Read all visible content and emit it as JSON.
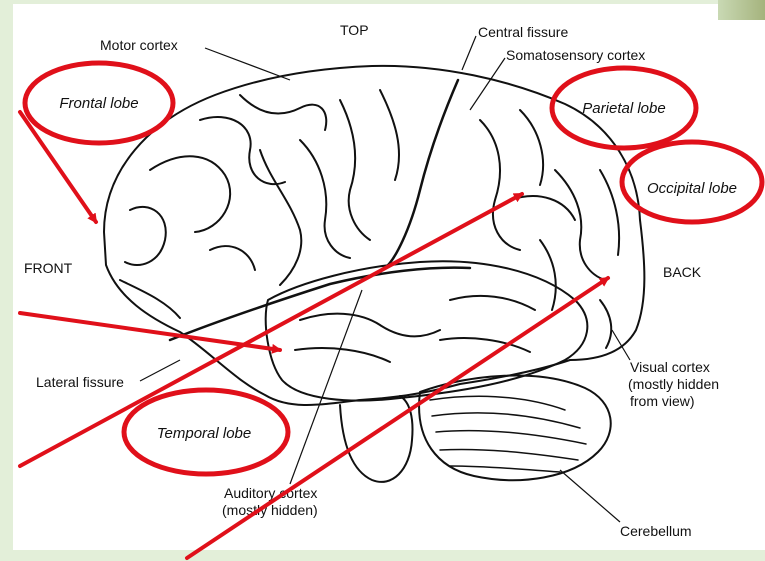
{
  "labels": {
    "top": "TOP",
    "front": "FRONT",
    "back": "BACK",
    "motor_cortex": "Motor cortex",
    "central_fissure": "Central fissure",
    "somatosensory_cortex": "Somatosensory cortex",
    "lateral_fissure": "Lateral fissure",
    "visual_cortex": [
      "Visual cortex",
      "(mostly hidden",
      "from view)"
    ],
    "auditory_cortex": [
      "Auditory cortex",
      "(mostly hidden)"
    ],
    "cerebellum": "Cerebellum"
  },
  "lobes": {
    "frontal": "Frontal lobe",
    "parietal": "Parietal lobe",
    "occipital": "Occipital lobe",
    "temporal": "Temporal lobe"
  },
  "colors": {
    "annotation_red": "#e0101a",
    "background_green": "#e3efd9",
    "line_ink": "#111111"
  }
}
